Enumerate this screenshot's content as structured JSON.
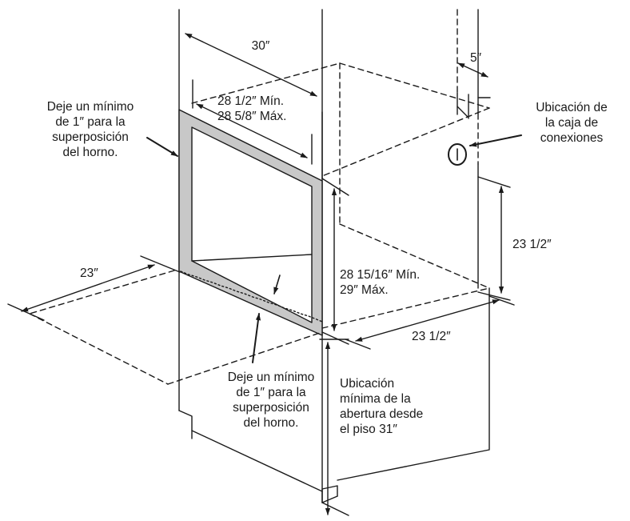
{
  "labels": {
    "width_30": "30″",
    "opening_width": "28 1/2″ Mín.\n28 5/8″ Máx.",
    "overlap_top": "Deje un mínimo\nde 1″ para la\nsuperposición\ndel horno.",
    "overlap_bottom": "Deje un mínimo\nde 1″ para la\nsuperposición\ndel horno.",
    "offset_5": "5″",
    "junction_box": "Ubicación de\nla caja de\nconexiones",
    "height_23_half": "23 1/2″",
    "opening_height": "28 15/16″ Mín.\n29″ Máx.",
    "depth_23": "23″",
    "depth_23_half": "23 1/2″",
    "floor_location": "Ubicación\nmínima de la\nabertura desde\nel piso 31″"
  },
  "colors": {
    "line": "#1a1a1a",
    "frame_fill": "#c8c8c8",
    "background": "#ffffff"
  }
}
